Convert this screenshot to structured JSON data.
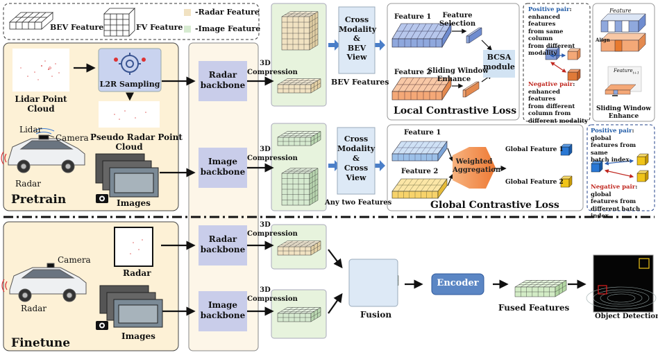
{
  "legend": {
    "bev_feature": "BEV Feature",
    "fv_feature": "FV Feature",
    "radar_feature": "-Radar Feature",
    "image_feature": "-Image Feature"
  },
  "colors": {
    "pretrain_panel": "#fdf1d6",
    "backbone_panel": "#fdf6e8",
    "green_panel": "#e7f3dd",
    "view_panel": "#dde9f6",
    "backbone_box": "#c9cdea",
    "radar_cube": "#f1e2c2",
    "image_cube": "#d6ead0",
    "arrow_blue": "#4a7ec8",
    "bcsa_box": "#d2e3f3",
    "encoder_box": "#5b86c4",
    "feature1_blue": "#8fa8dd",
    "feature2_orange": "#f4a877",
    "weighted_orange": "#f08a47",
    "global_blue": "#2a78d4",
    "global_yellow": "#f0c419",
    "positive_text": "#1f5aa6",
    "negative_text": "#c0271f"
  },
  "pretrain": {
    "lidar_point_cloud": [
      "Lidar Point",
      "Cloud"
    ],
    "l2r_sampling": "L2R Sampling",
    "pseudo_radar": [
      "Pseudo Radar Point",
      "Cloud"
    ],
    "lidar": "Lidar",
    "camera": "Camera",
    "radar": "Radar",
    "images": "Images",
    "title": "Pretrain"
  },
  "backbones": {
    "radar_backbone": [
      "Radar",
      "backbone"
    ],
    "image_backbone": [
      "Image",
      "backbone"
    ],
    "compression": [
      "3D",
      "Compression"
    ]
  },
  "bev_branch": {
    "cross_modality": [
      "Cross",
      "Modality",
      "&",
      "BEV",
      "View"
    ],
    "bev_features": "BEV Features",
    "feature1": "Feature 1",
    "feature2": "Feature 2",
    "feature_selection": [
      "Feature",
      "Selection"
    ],
    "sliding_window": [
      "Sliding Window",
      "Enhance"
    ],
    "bcsa": [
      "BCSA",
      "module"
    ],
    "local_loss": "Local Contrastive Loss"
  },
  "local_pairs": {
    "positive_label": "Positive pair",
    "positive_text": [
      ": ",
      "enhanced features",
      "from same column",
      "from different",
      "modality"
    ],
    "negative_label": "Negative pair",
    "negative_text": [
      ": ",
      "enhanced features",
      "from different",
      "column from",
      "different modality"
    ]
  },
  "align_panel": {
    "feature": "Feature",
    "align": "Align",
    "feature_t1": "Feature",
    "feature_t1_sub": "t+1",
    "caption": [
      "Sliding Window",
      "Enhance"
    ]
  },
  "cross_branch": {
    "cross_modality": [
      "Cross",
      "Modality",
      "&",
      "Cross",
      "View"
    ],
    "any_two": "Any two Features",
    "feature1": "Feature 1",
    "feature2": "Feature 2",
    "weighted": [
      "Weighted",
      "Aggregation"
    ],
    "global1": "Global Feature 1",
    "global2": "Global Feature 2",
    "global_loss": "Global Contrastive Loss"
  },
  "global_pairs": {
    "positive_label": "Positive pair",
    "positive_text": [
      ": global",
      "features from same",
      "batch index"
    ],
    "negative_label": "Negative pair",
    "negative_text": [
      ": global",
      "features from",
      "different batch index"
    ]
  },
  "finetune": {
    "camera": "Camera",
    "radar_sensor": "Radar",
    "radar": "Radar",
    "images": "Images",
    "title": "Finetune",
    "fusion": "Fusion",
    "encoder": "Encoder",
    "fused_features": "Fused Features",
    "object_detection": "Object Detection"
  }
}
